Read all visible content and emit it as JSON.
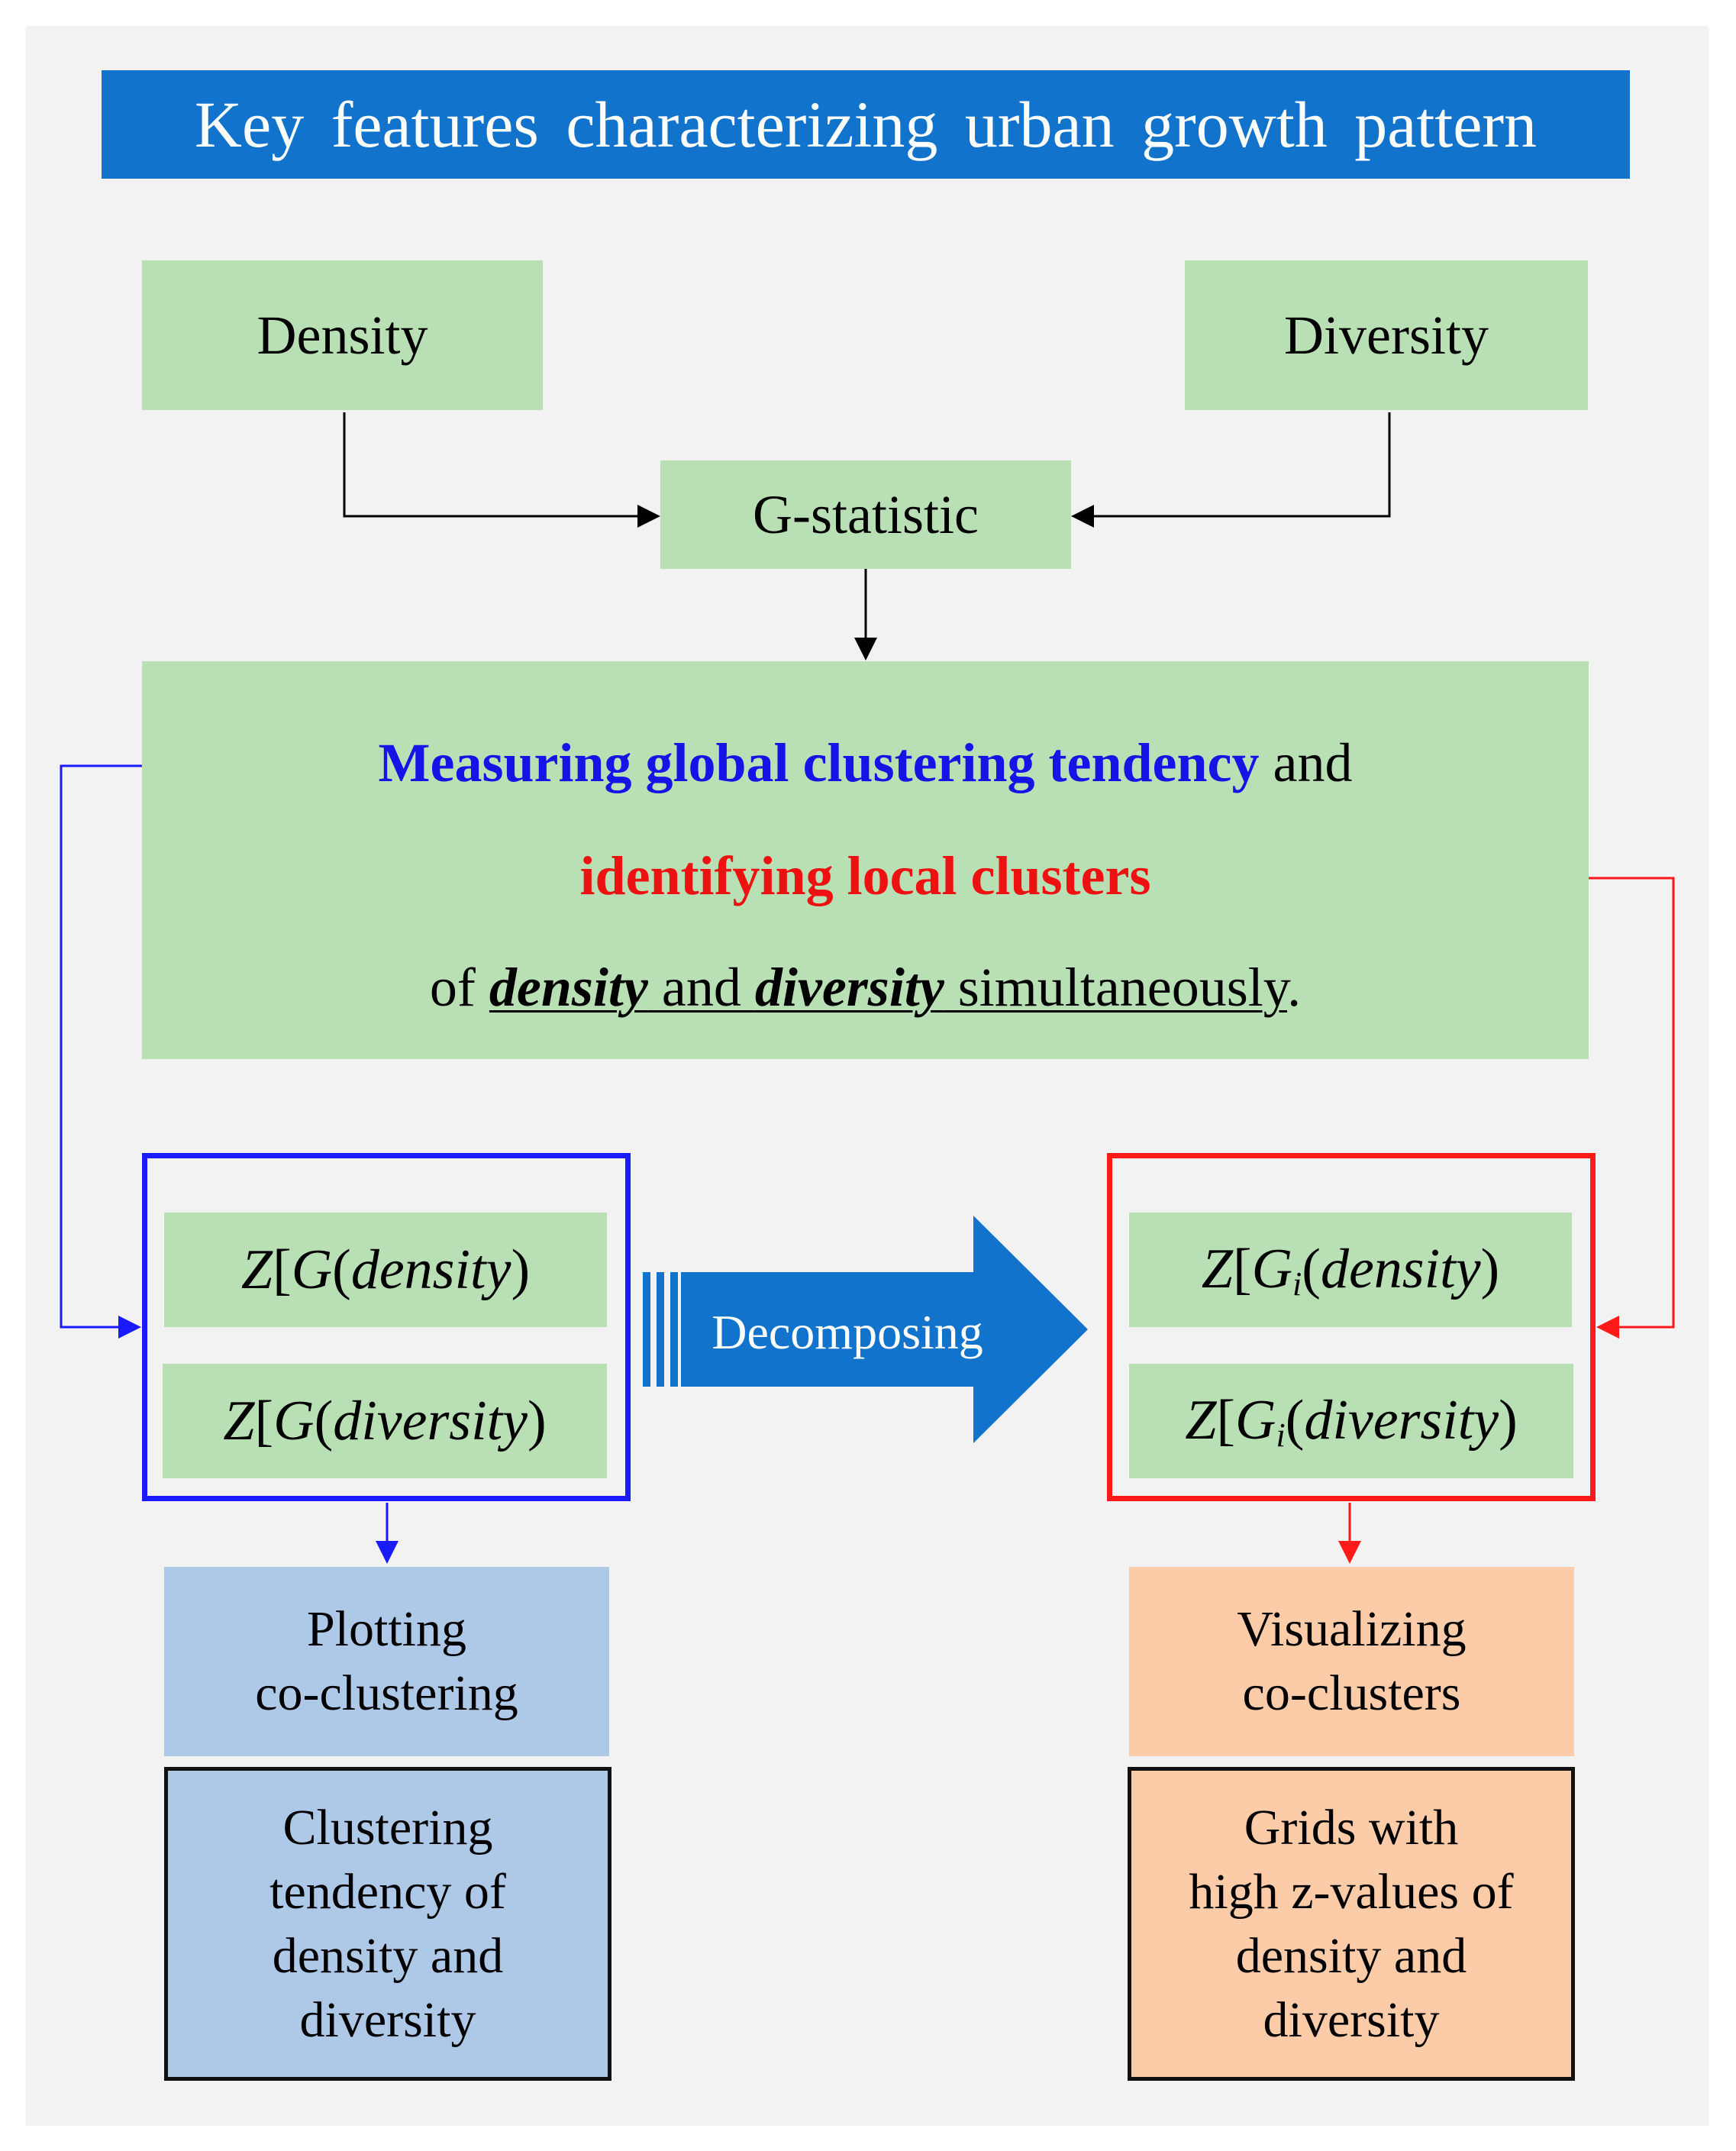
{
  "title": "Key features characterizing urban growth pattern",
  "nodes": {
    "density": "Density",
    "diversity": "Diversity",
    "g_statistic": "G-statistic"
  },
  "main_box": {
    "blue_phrase": "Measuring global clustering tendency",
    "and1": " and",
    "red_phrase": "identifying local clusters",
    "of": "of ",
    "density": "density",
    "and2": " and ",
    "diversity": "diversity",
    "simultaneously": " simultaneously",
    "period": "."
  },
  "global_stats": {
    "z": "Z",
    "g": "G",
    "density": "density",
    "diversity": "diversity"
  },
  "local_stats": {
    "z": "Z",
    "g": "G",
    "sub": "i",
    "density": "density",
    "diversity": "diversity"
  },
  "decomposing": "Decomposing",
  "left_outputs": {
    "method_line1": "Plotting",
    "method_line2": "co-clustering",
    "result_lines": [
      "Clustering",
      "tendency of",
      "density and",
      "diversity"
    ]
  },
  "right_outputs": {
    "method_line1": "Visualizing",
    "method_line2": "co-clusters",
    "result_lines": [
      "Grids with",
      "high z-values of",
      "density and",
      "diversity"
    ]
  },
  "colors": {
    "title_bg": "#1273cc",
    "green_box": "#b9e0b4",
    "blue_accent": "#1414e6",
    "red_accent": "#ee1111",
    "light_blue": "#aec8e8",
    "peach": "#fccba7"
  }
}
